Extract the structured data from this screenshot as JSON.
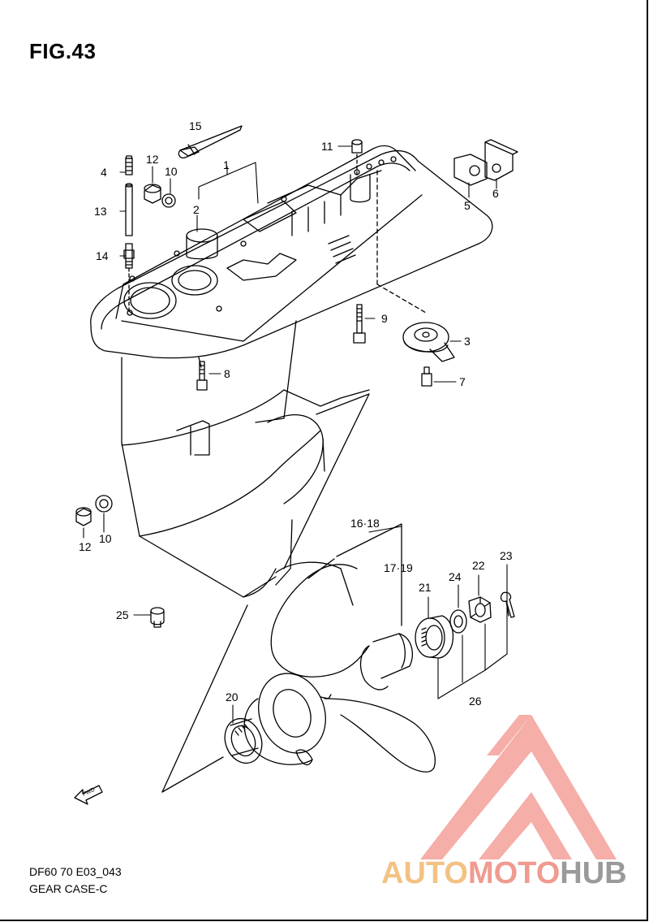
{
  "figure": {
    "title": "FIG.43",
    "code": "DF60 70 E03_043",
    "caption": "GEAR CASE-C"
  },
  "callouts": [
    "1",
    "2",
    "3",
    "4",
    "5",
    "6",
    "7",
    "8",
    "9",
    "10",
    "11",
    "12",
    "13",
    "14",
    "15",
    "16·18",
    "17·19",
    "20",
    "21",
    "22",
    "23",
    "24",
    "25",
    "26",
    "10",
    "12"
  ],
  "fwd_label": "FWD",
  "watermark": {
    "part1": "AUTO",
    "part2": "MOTO",
    "part3": "HUB",
    "colors": {
      "auto": "#f3c283",
      "moto": "#f09a90",
      "hub": "#9a9a9a",
      "logo": "#f4a09a"
    }
  }
}
